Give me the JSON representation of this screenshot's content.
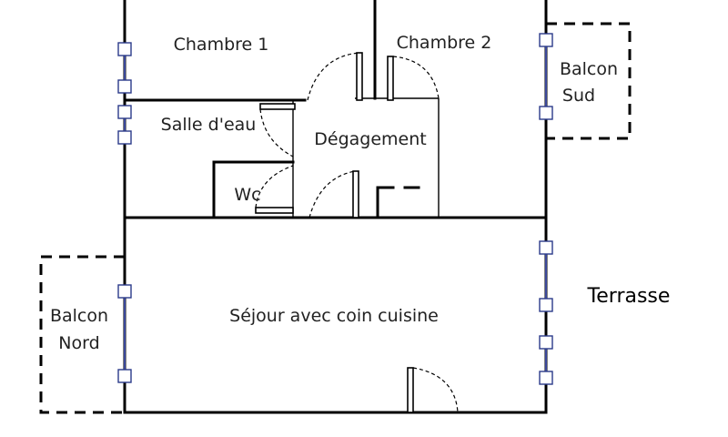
{
  "rooms": {
    "chambre1": "Chambre 1",
    "chambre2": "Chambre 2",
    "salle_eau": "Salle d'eau",
    "degagement": "Dégagement",
    "wc": "Wc",
    "sejour": "Séjour avec coin cuisine",
    "balcon_sud_line1": "Balcon",
    "balcon_sud_line2": "Sud",
    "balcon_nord_line1": "Balcon",
    "balcon_nord_line2": "Nord",
    "terrasse": "Terrasse"
  },
  "colors": {
    "walls": "#000000",
    "windows": "#2a3a8a",
    "background": "#ffffff"
  }
}
